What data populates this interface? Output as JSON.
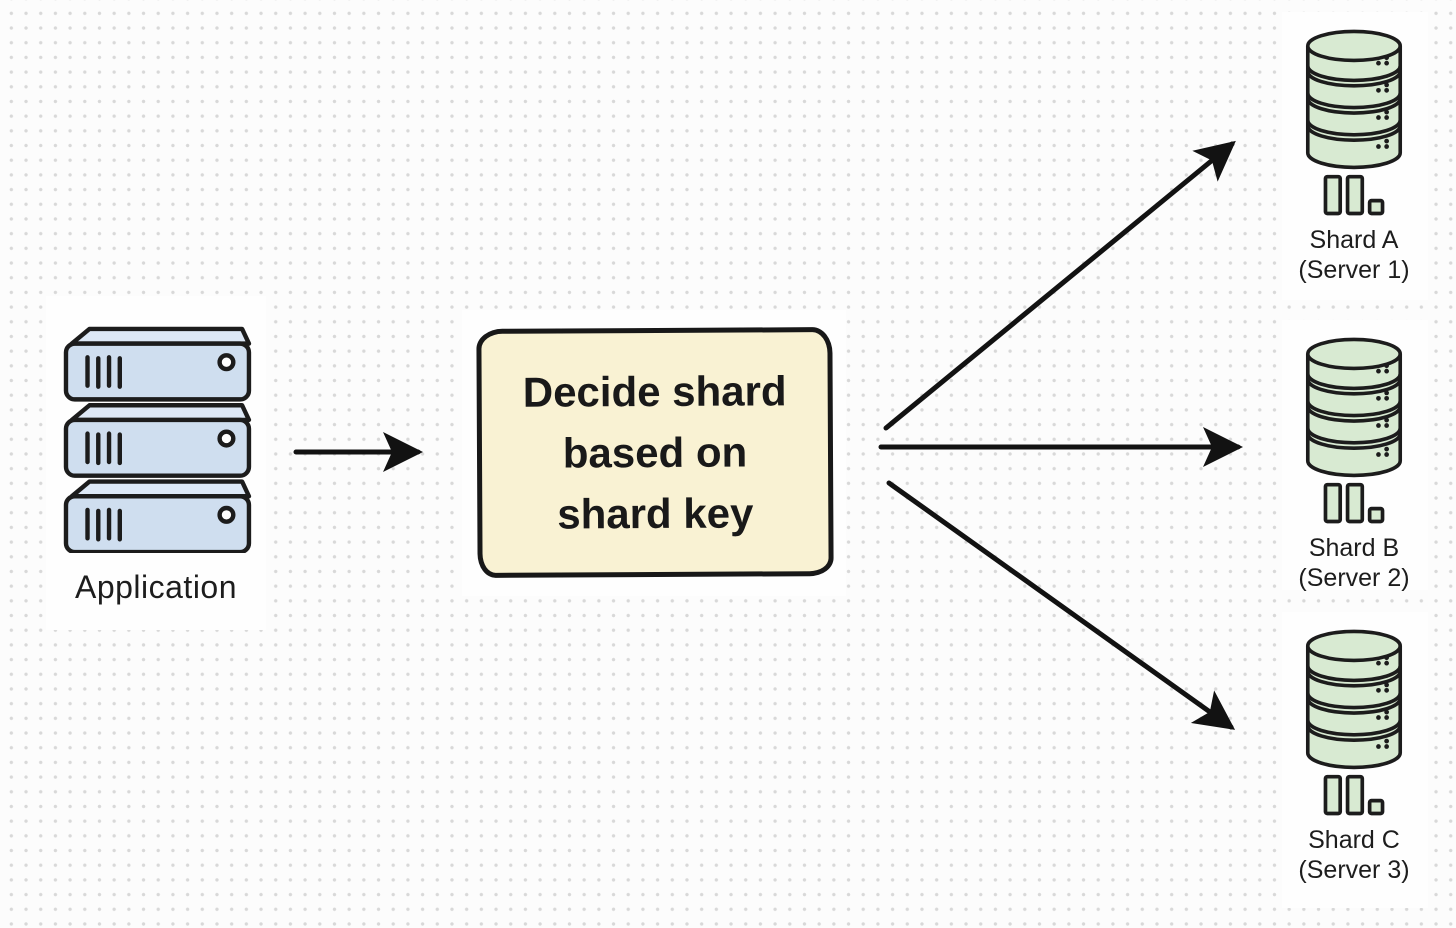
{
  "diagram": {
    "type": "sharding-flow-diagram",
    "application": {
      "label": "Application"
    },
    "decision_box": {
      "lines": [
        "Decide shard",
        "based on",
        "shard key"
      ]
    },
    "shards": [
      {
        "label": "Shard A",
        "sublabel": "(Server 1)"
      },
      {
        "label": "Shard B",
        "sublabel": "(Server 2)"
      },
      {
        "label": "Shard C",
        "sublabel": "(Server 3)"
      }
    ],
    "connections": [
      {
        "from": "application",
        "to": "decision-box"
      },
      {
        "from": "decision-box",
        "to": "shard-a"
      },
      {
        "from": "decision-box",
        "to": "shard-b"
      },
      {
        "from": "decision-box",
        "to": "shard-c"
      }
    ],
    "colors": {
      "server_fill": "#cfdeef",
      "server_top_fill": "#dde8f6",
      "decision_fill": "#f9f2d3",
      "db_fill": "#d8ead2",
      "outline": "#1c1c1c",
      "arrow": "#121212",
      "dot_grid": "#d8d8d8",
      "text": "#1d1d1d"
    }
  }
}
